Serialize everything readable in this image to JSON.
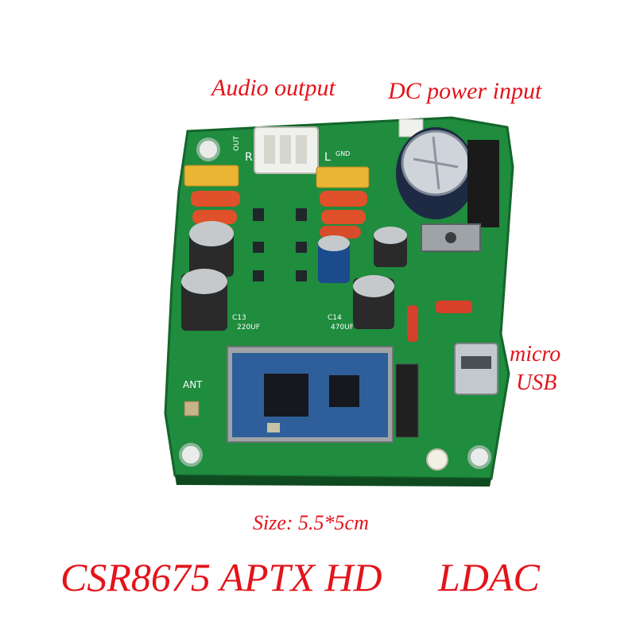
{
  "labels": {
    "audio_output": "Audio output",
    "dc_power_input": "DC power input",
    "micro": "micro",
    "usb": "USB",
    "size": "Size: 5.5*5cm",
    "title": "CSR8675 APTX HD",
    "ldac": "LDAC"
  },
  "board": {
    "silkscreen": {
      "out": "OUT",
      "r": "R",
      "l": "L",
      "gnd": "GND",
      "ant": "ANT",
      "c13": "C13",
      "c13_value": "220UF",
      "c14": "C14",
      "c14_value": "470UF"
    },
    "colors": {
      "pcb": "#1f8c3e",
      "label_red": "#e3141b",
      "capacitor_dark": "#2a2a2a",
      "resistor_orange": "#e0502a",
      "film_cap_yellow": "#e9b533",
      "module_blue": "#2e5f9a"
    }
  }
}
